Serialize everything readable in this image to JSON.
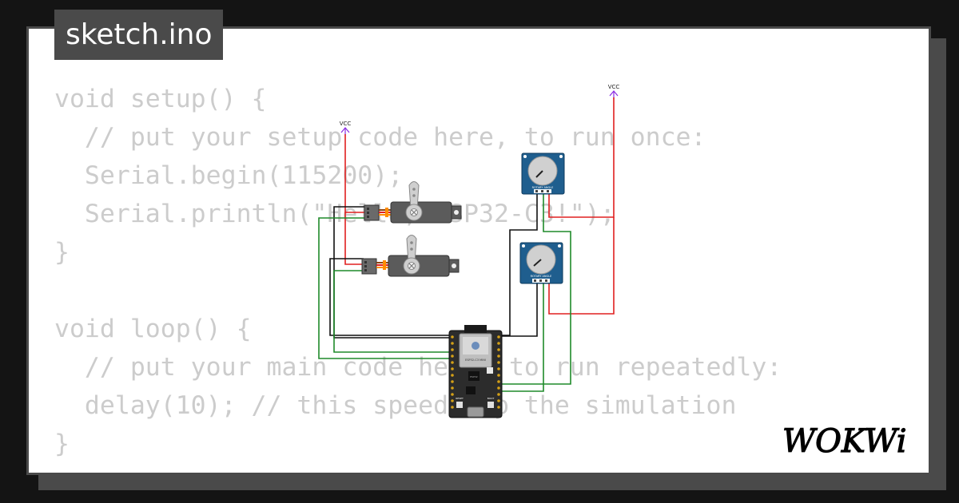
{
  "file_tab": {
    "label": "sketch.ino"
  },
  "code_lines": [
    "void setup() {",
    "  // put your setup code here, to run once:",
    "  Serial.begin(115200);",
    "  Serial.println(\"Hello, ESP32-C3!\");",
    "}",
    "",
    "void loop() {",
    "  // put your main code here, to run repeatedly:",
    "  delay(10); // this speeds up the simulation",
    "}"
  ],
  "circuit": {
    "vcc_label": "VCC",
    "pot_label": "ROTARY ANGLE",
    "esp_label": "ESP32-C3 MINI",
    "chip_label": "ESP32",
    "reset_label": "RESET",
    "boot_label": "BOOT",
    "wire_colors": {
      "power": "#e02020",
      "ground": "#111111",
      "signal": "#1f8a2a"
    }
  },
  "brand": {
    "logo_text": "WOKWi"
  }
}
